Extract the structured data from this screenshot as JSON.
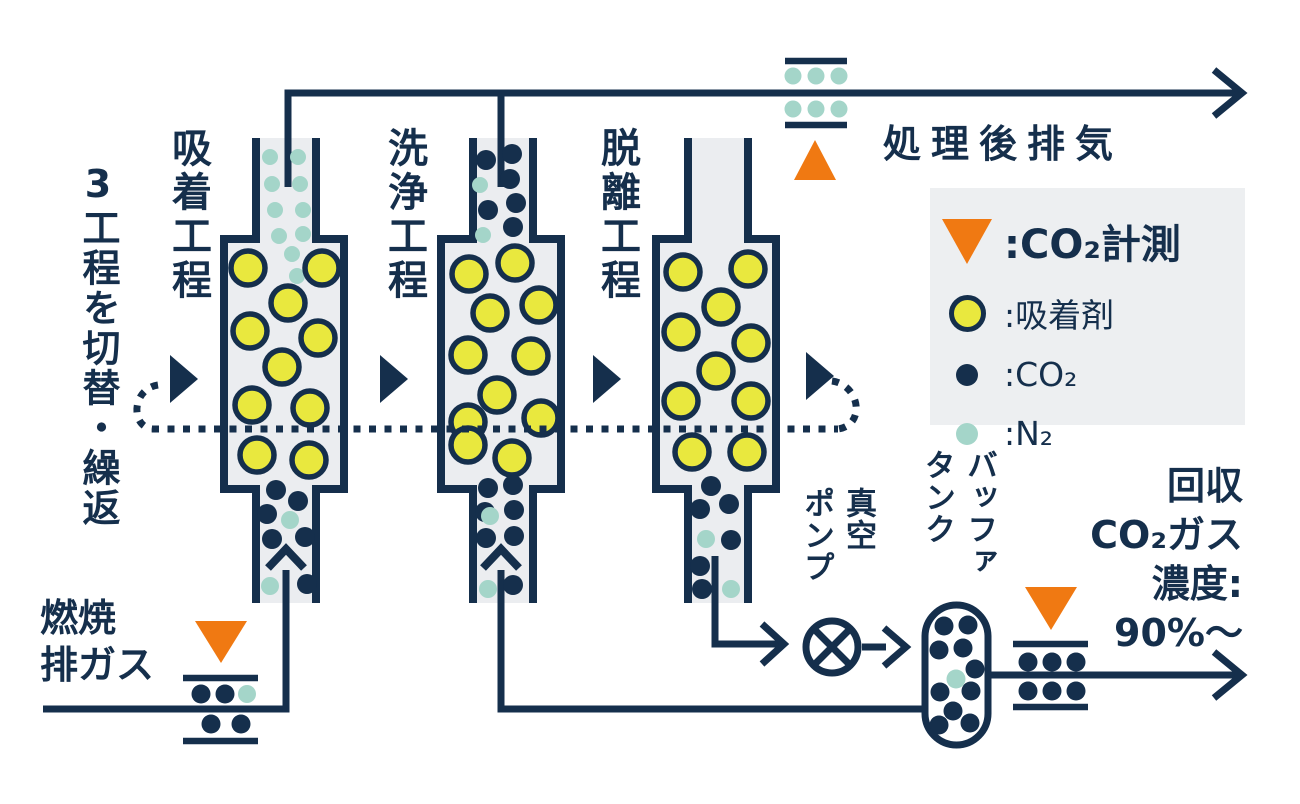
{
  "diagram": {
    "left_note": "3工程を切替・繰返",
    "processes": [
      {
        "label": "吸着工程"
      },
      {
        "label": "洗浄工程"
      },
      {
        "label": "脱離工程"
      }
    ],
    "top_output_label": "処理後排気",
    "input_label": "燃焼\n排ガス",
    "pump_label": "真空\nポンプ",
    "tank_label": "バッファ\nタンク",
    "recovery_label": "回収\nCO₂ガス\n濃度:\n90%〜",
    "legend": {
      "rows": [
        {
          "icon": "co2-sensor-triangle",
          "label": ":CO₂計測"
        },
        {
          "icon": "adsorbent-circle",
          "label": ":吸着剤"
        },
        {
          "icon": "co2-dot",
          "label": ":CO₂"
        },
        {
          "icon": "n2-dot",
          "label": ":N₂"
        }
      ]
    }
  },
  "colors": {
    "navy": "#152f4c",
    "yellow": "#e9e83e",
    "teal": "#a4d5c9",
    "orange": "#f07912",
    "vessel": "#ebedf0",
    "legendBg": "#edeff1"
  }
}
